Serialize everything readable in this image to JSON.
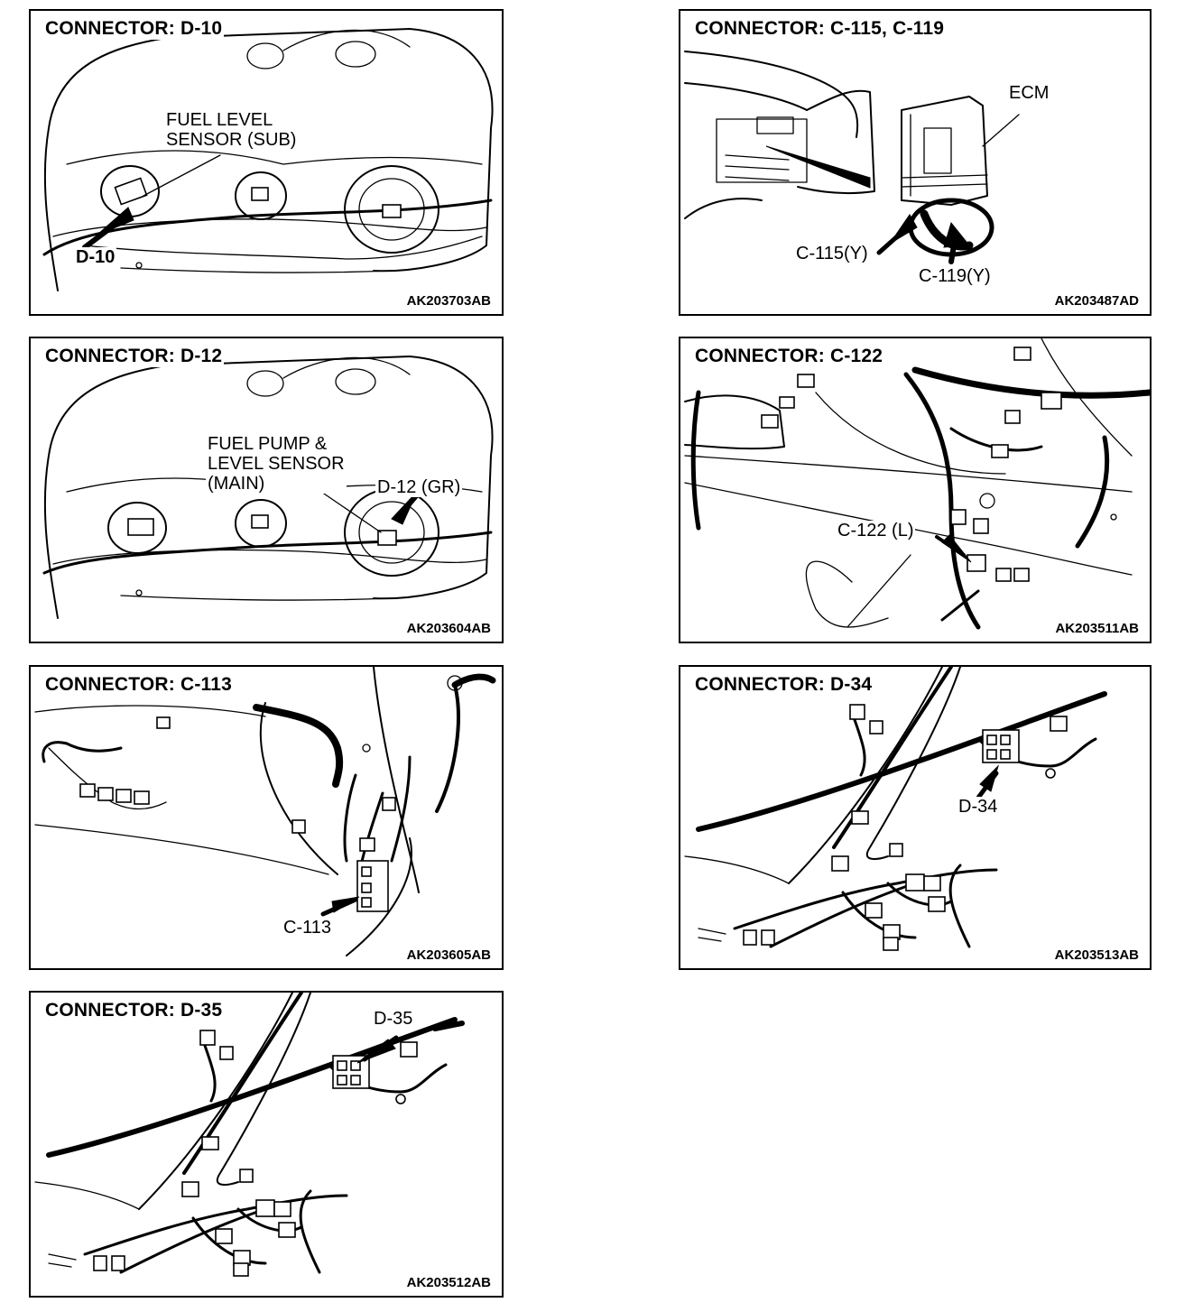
{
  "panels": [
    {
      "id": "d10",
      "title": "CONNECTOR: D-10",
      "code": "AK203703AB",
      "labels": [
        "FUEL LEVEL\nSENSOR (SUB)",
        "D-10"
      ]
    },
    {
      "id": "c115",
      "title": "CONNECTOR: C-115, C-119",
      "code": "AK203487AD",
      "labels": [
        "ECM",
        "C-115(Y)",
        "C-119(Y)"
      ]
    },
    {
      "id": "d12",
      "title": "CONNECTOR: D-12",
      "code": "AK203604AB",
      "labels": [
        "FUEL PUMP &\nLEVEL SENSOR\n(MAIN)",
        "D-12 (GR)"
      ]
    },
    {
      "id": "c122",
      "title": "CONNECTOR: C-122",
      "code": "AK203511AB",
      "labels": [
        "C-122 (L)"
      ]
    },
    {
      "id": "c113",
      "title": "CONNECTOR: C-113",
      "code": "AK203605AB",
      "labels": [
        "C-113"
      ]
    },
    {
      "id": "d34",
      "title": "CONNECTOR: D-34",
      "code": "AK203513AB",
      "labels": [
        "D-34"
      ]
    },
    {
      "id": "d35",
      "title": "CONNECTOR: D-35",
      "code": "AK203512AB",
      "labels": [
        "D-35"
      ]
    }
  ]
}
